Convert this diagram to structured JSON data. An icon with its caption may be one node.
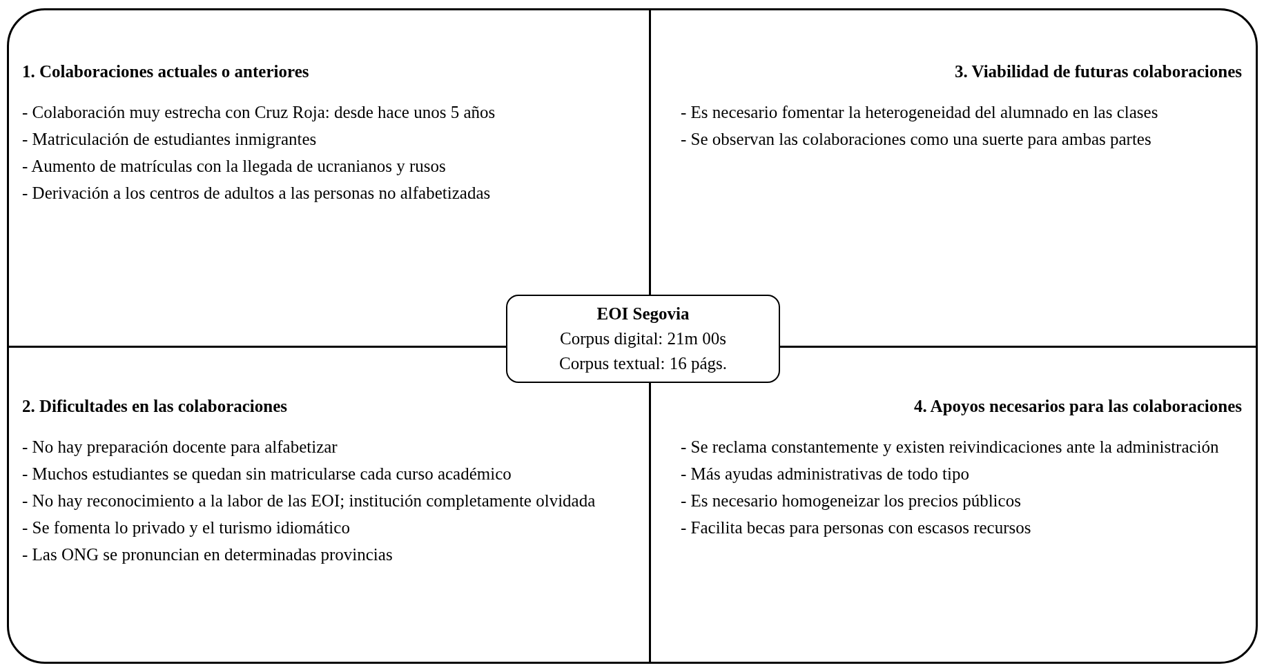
{
  "diagram": {
    "nodes": [
      {
        "text": [
          "1. Colaboraciones actuales o anteriores",
          "- Colaboración muy estrecha con Cruz Roja: desde hace unos 5 años",
          "- Matriculación de estudiantes inmigrantes",
          "- Aumento de matrículas con la llegada de ucranianos y rusos",
          "- Derivación a los centros de adultos a las personas no alfabetizadas"
        ]
      },
      {
        "text": [
          "3. Viabilidad de futuras colaboraciones",
          "- Es necesario fomentar la heterogeneidad del alumnado en las clases",
          "- Se observan las colaboraciones como una suerte para ambas partes"
        ]
      },
      {
        "text": [
          "EOI Segovia",
          "Corpus digital:  21m 00s",
          "Corpus textual: 16 págs."
        ]
      },
      {
        "text": [
          "2. Dificultades en las colaboraciones",
          "- No hay preparación docente para alfabetizar",
          "- Muchos estudiantes se quedan sin matricularse cada curso académico",
          "- No hay reconocimiento a la labor de las EOI; institución completamente olvidada",
          "- Se fomenta lo privado y el turismo idiomático",
          "- Las ONG se pronuncian en determinadas provincias"
        ]
      },
      {
        "text": [
          "4. Apoyos necesarios para las colaboraciones",
          "- Se reclama constantemente y existen reivindicaciones ante la administración",
          "- Más ayudas administrativas de todo tipo",
          "- Es necesario homogeneizar los precios públicos",
          "- Facilita becas para personas con escasos recursos"
        ]
      }
    ]
  }
}
